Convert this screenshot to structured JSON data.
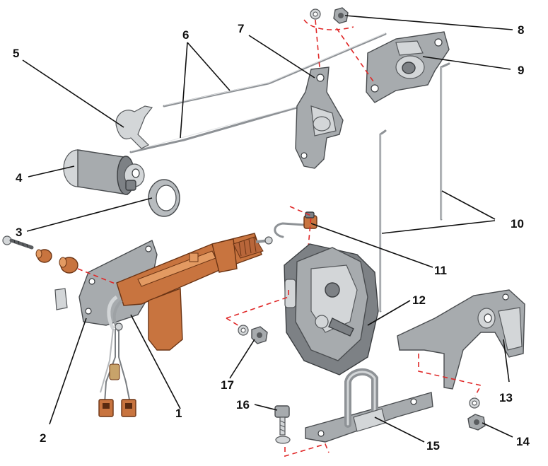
{
  "callouts": [
    {
      "id": "c1",
      "text": "1"
    },
    {
      "id": "c2",
      "text": "2"
    },
    {
      "id": "c3",
      "text": "3"
    },
    {
      "id": "c4",
      "text": "4"
    },
    {
      "id": "c5",
      "text": "5"
    },
    {
      "id": "c6",
      "text": "6"
    },
    {
      "id": "c7",
      "text": "7"
    },
    {
      "id": "c8",
      "text": "8"
    },
    {
      "id": "c9",
      "text": "9"
    },
    {
      "id": "c10",
      "text": "10"
    },
    {
      "id": "c11",
      "text": "11"
    },
    {
      "id": "c12",
      "text": "12"
    },
    {
      "id": "c13",
      "text": "13"
    },
    {
      "id": "c14",
      "text": "14"
    },
    {
      "id": "c15",
      "text": "15"
    },
    {
      "id": "c16",
      "text": "16"
    },
    {
      "id": "c17",
      "text": "17"
    }
  ],
  "colors": {
    "leader": "#111111",
    "assembly_dash": "#e02828",
    "steel": "#a7abae",
    "actuator_copper": "#c8743f"
  }
}
